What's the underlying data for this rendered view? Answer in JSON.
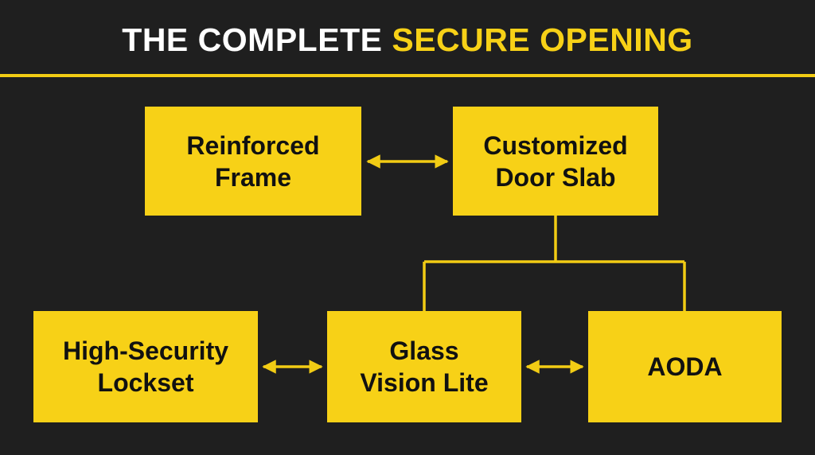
{
  "title": {
    "part1": "THE COMPLETE ",
    "part2": "SECURE OPENING"
  },
  "colors": {
    "background": "#1f1f1f",
    "accent": "#f7d117",
    "box_text": "#111111"
  },
  "nodes": {
    "reinforced_frame": "Reinforced\nFrame",
    "customized_door_slab": "Customized\nDoor Slab",
    "high_security_lockset": "High-Security\nLockset",
    "glass_vision_lite": "Glass\nVision Lite",
    "aoda": "AODA"
  },
  "edges": [
    {
      "from": "reinforced_frame",
      "to": "customized_door_slab",
      "type": "bidirectional-arrow"
    },
    {
      "from": "customized_door_slab",
      "to": "glass_vision_lite",
      "type": "tree-line"
    },
    {
      "from": "customized_door_slab",
      "to": "aoda",
      "type": "tree-line"
    },
    {
      "from": "high_security_lockset",
      "to": "glass_vision_lite",
      "type": "bidirectional-arrow"
    },
    {
      "from": "glass_vision_lite",
      "to": "aoda",
      "type": "bidirectional-arrow"
    }
  ]
}
